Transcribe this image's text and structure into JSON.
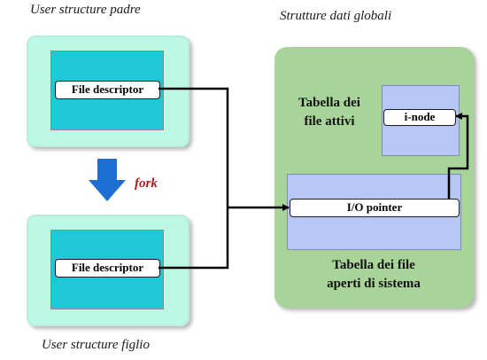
{
  "captions": {
    "parent": "User structure padre",
    "child": "User structure figlio",
    "global": "Strutture dati globali"
  },
  "parent": {
    "fd_label": "File descriptor"
  },
  "child": {
    "fd_label": "File descriptor"
  },
  "fork": {
    "label": "fork",
    "arrow_color": "#1d6fd1"
  },
  "active_files": {
    "title_line1": "Tabella dei",
    "title_line2": "file attivi",
    "inode_label": "i-node"
  },
  "open_files": {
    "pointer_label": "I/O pointer",
    "title_line1": "Tabella dei file",
    "title_line2": "aperti di sistema"
  },
  "colors": {
    "card": "#bdf7e6",
    "inner": "#1fc8d6",
    "global": "#a8d49a",
    "lavender": "#b7c6f4",
    "fork_text": "#b01a1a"
  }
}
